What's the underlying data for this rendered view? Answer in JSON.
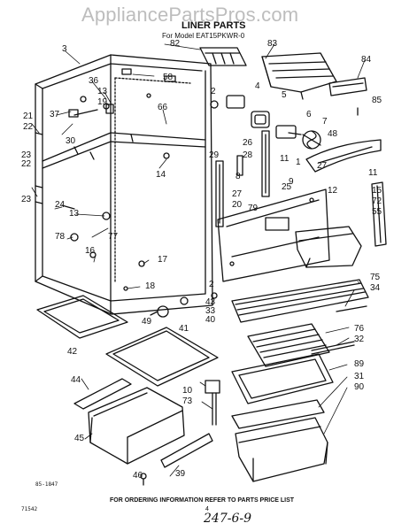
{
  "watermark": "AppliancePartsPros.com",
  "header": {
    "title": "LINER PARTS",
    "model_line": "For Model EAT15PKWR-0"
  },
  "callouts": [
    "3",
    "82",
    "83",
    "84",
    "58",
    "36",
    "13",
    "19",
    "2",
    "4",
    "5",
    "85",
    "21",
    "37",
    "66",
    "6",
    "7",
    "48",
    "22",
    "23",
    "30",
    "26",
    "11",
    "1",
    "11",
    "27",
    "22",
    "28",
    "29",
    "8",
    "14",
    "9",
    "27",
    "25",
    "12",
    "15",
    "23",
    "24",
    "20",
    "79",
    "72",
    "55",
    "13",
    "78",
    "77",
    "16",
    "17",
    "2",
    "75",
    "18",
    "34",
    "43",
    "33",
    "40",
    "49",
    "41",
    "76",
    "32",
    "42",
    "44",
    "10",
    "73",
    "89",
    "31",
    "90",
    "45",
    "46",
    "39"
  ],
  "footer": {
    "code": "85-1847",
    "ordering": "FOR ORDERING INFORMATION REFER TO PARTS PRICE LIST",
    "page": "4",
    "number": "71542",
    "handwriting": "247-6-9"
  }
}
